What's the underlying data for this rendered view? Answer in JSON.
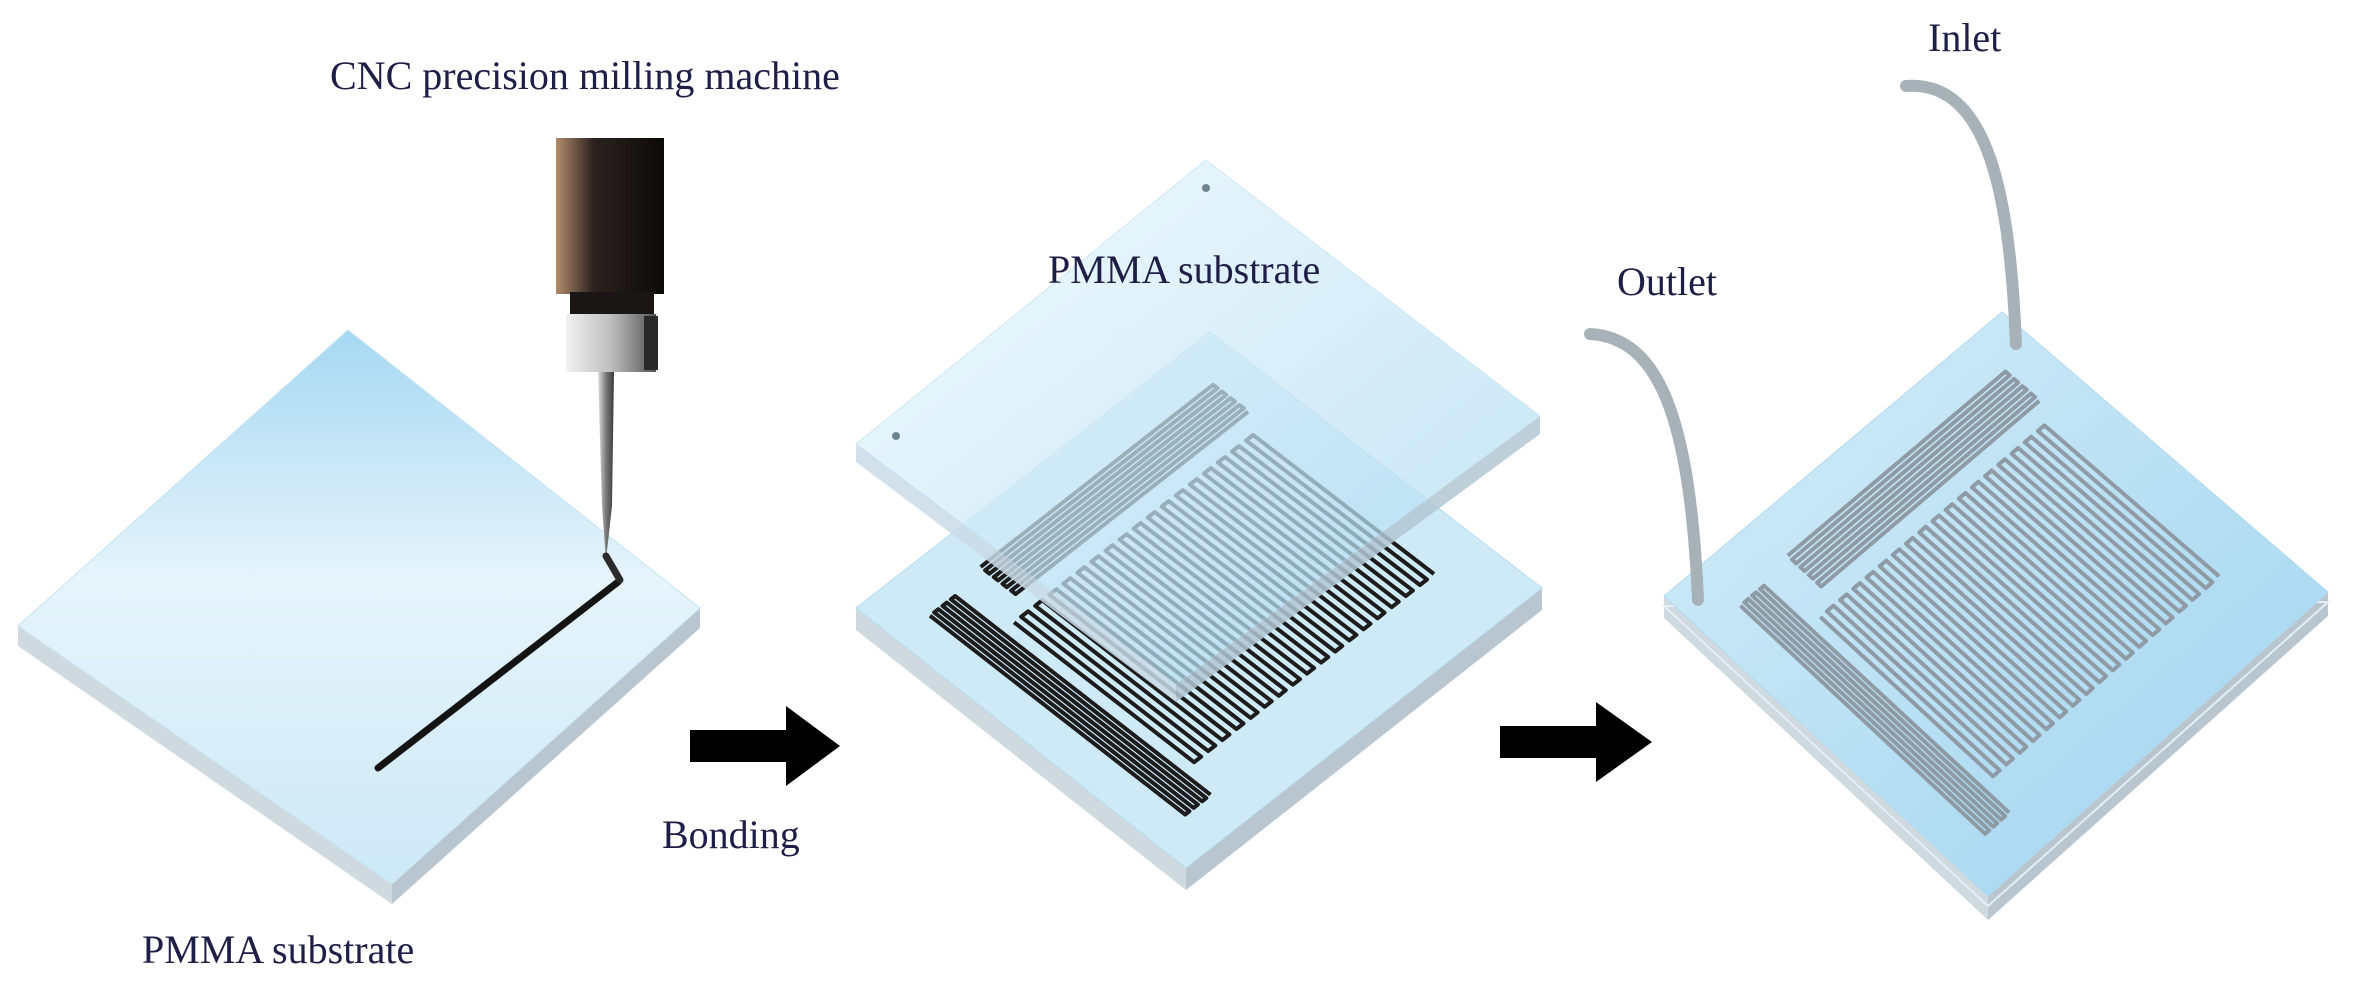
{
  "labels": {
    "cnc_machine": "CNC precision milling machine",
    "substrate_bottom": "PMMA substrate",
    "bonding": "Bonding",
    "substrate_top": "PMMA substrate",
    "outlet": "Outlet",
    "inlet": "Inlet"
  },
  "colors": {
    "plate_light": "#eaf6fc",
    "plate_blue": "#a6d8f2",
    "plate_side_left": "#cfd9e0",
    "plate_side_right": "#b9c6d0",
    "channel_dark": "#1c1c1c",
    "channel_filled": "#8e9ba5",
    "tube": "#a7b1b8",
    "arrow": "#000000",
    "text": "#1e1e46"
  },
  "icons": {
    "step1": "milling-plate-icon",
    "step2": "bonding-plates-icon",
    "step3": "bonded-chip-icon",
    "arrows": "right-arrow-icon"
  }
}
